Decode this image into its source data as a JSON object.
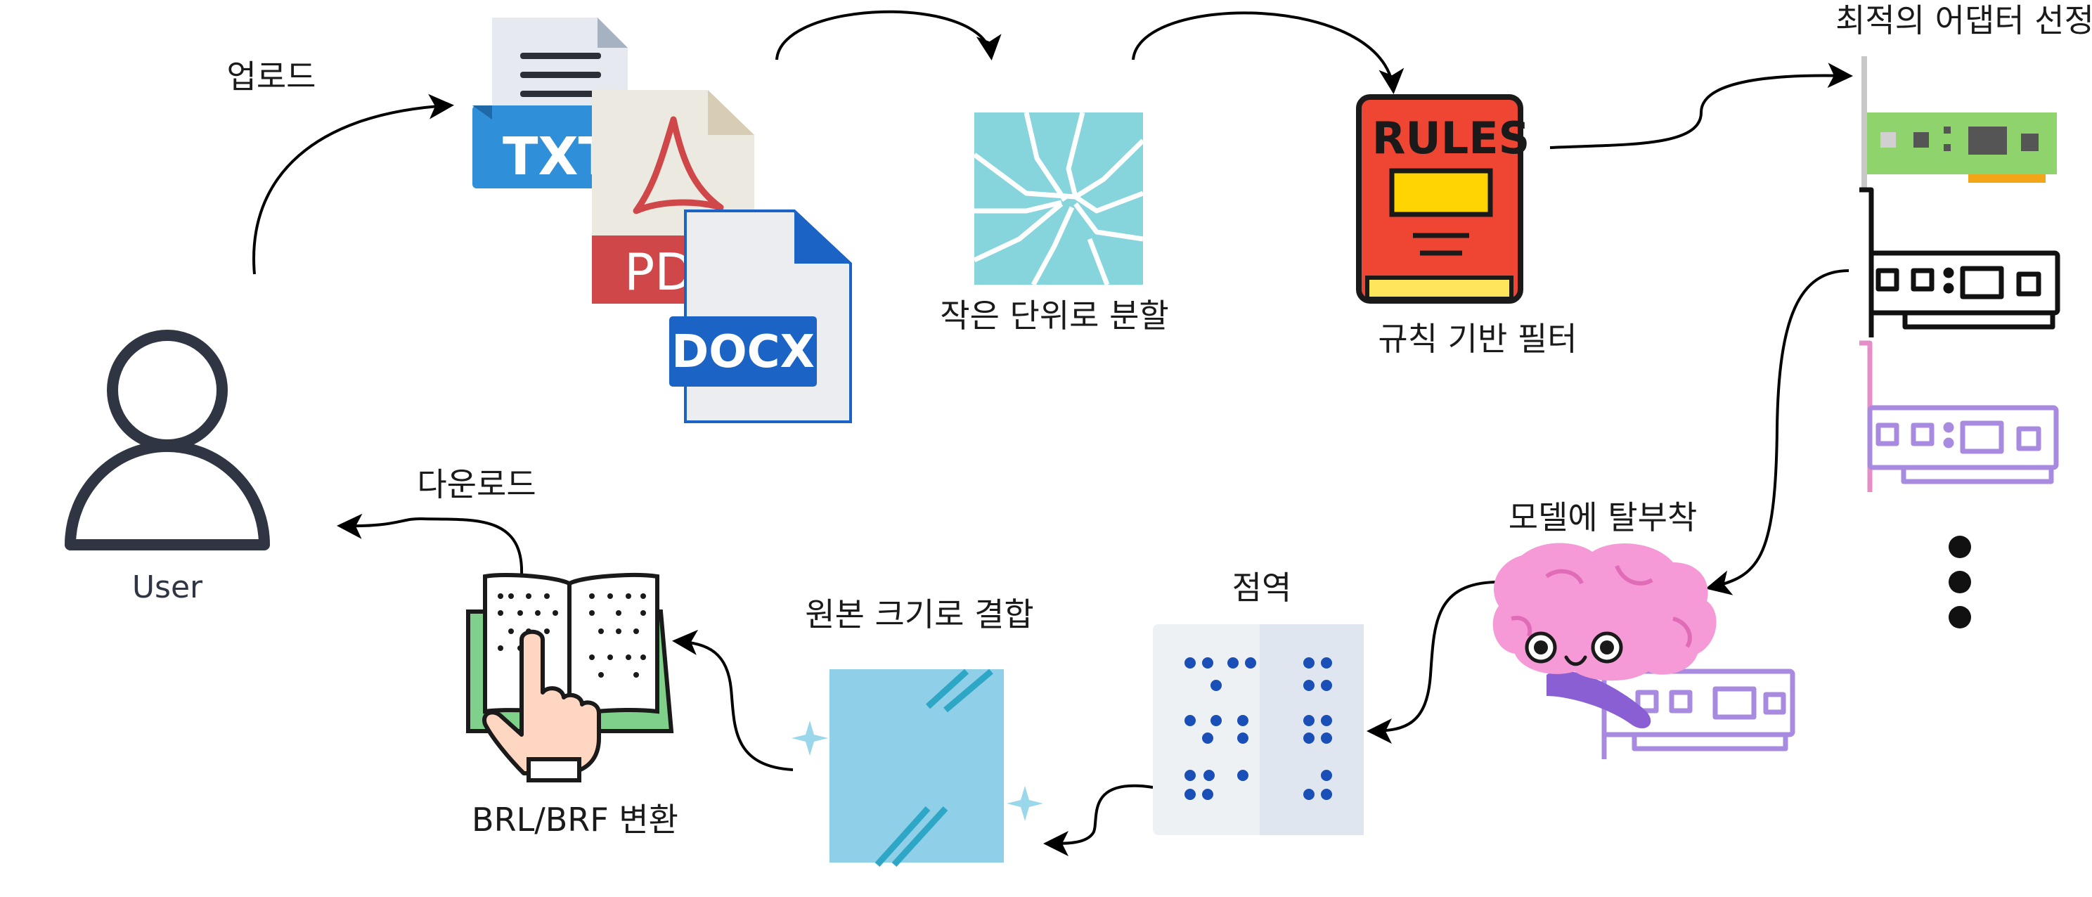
{
  "labels": {
    "user": "User",
    "upload": "업로드",
    "download": "다운로드",
    "split": "작은 단위로 분할",
    "rule_filter": "규칙 기반 필터",
    "select_adapter": "최적의 어댑터 선정",
    "attach_model": "모델에 탈부착",
    "braille_translate": "점역",
    "merge": "원본 크기로 결합",
    "convert": "BRL/BRF 변환"
  },
  "file_icons": {
    "txt": "TXT",
    "pdf": "PDF",
    "docx": "DOCX"
  },
  "rules_book": {
    "title": "RULES"
  },
  "colors": {
    "txt_blue": "#2f8fd8",
    "pdf_red": "#d0474a",
    "docx_blue": "#1b63c4",
    "shatter_cyan": "#86d4dc",
    "book_red": "#ef4634",
    "book_yellow": "#ffd400",
    "adapter_green": "#8ed36b",
    "adapter_pink": "#e58ec7",
    "adapter_purple": "#a88be0",
    "brain_pink": "#f59ad6",
    "glass_blue": "#8fcfe8",
    "braille_dot": "#1b4fb8",
    "book_green": "#7fd08a"
  },
  "icons": [
    "user-icon",
    "txt-file-icon",
    "pdf-file-icon",
    "docx-file-icon",
    "shattered-glass-icon",
    "rules-book-icon",
    "adapter-card-icon",
    "brain-icon",
    "braille-card-icon",
    "glass-pane-icon",
    "braille-book-icon",
    "ellipsis-icon"
  ]
}
